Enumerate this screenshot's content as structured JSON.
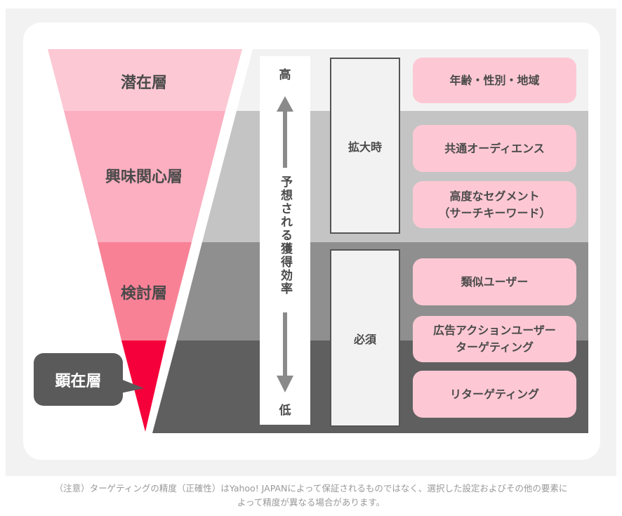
{
  "funnel_layers": [
    {
      "label": "潜在層",
      "color": "#fcc8d4"
    },
    {
      "label": "興味関心層",
      "color": "#fbafc0"
    },
    {
      "label": "検討層",
      "color": "#f98196"
    },
    {
      "label": "顕在層",
      "color": "#f5003a"
    }
  ],
  "band_colors": [
    "#f2f2f2",
    "#c4c4c4",
    "#8f8f8f",
    "#5f5f5f"
  ],
  "efficiency_axis": {
    "high": "高",
    "low": "低",
    "label": "予想される獲得効率"
  },
  "groups": [
    {
      "label": "拡大時",
      "items": [
        [
          "年齢・性別・地域"
        ],
        [
          "共通オーディエンス"
        ],
        [
          "高度なセグメント",
          "（サーチキーワード）"
        ]
      ]
    },
    {
      "label": "必須",
      "items": [
        [
          "類似ユーザー"
        ],
        [
          "広告アクションユーザー",
          "ターゲティング"
        ],
        [
          "リターゲティング"
        ]
      ]
    }
  ],
  "caption": [
    "（注意）ターゲティングの精度（正確性）はYahoo! JAPANによって保証されるものではなく、選択した設定およびその他の要素に",
    "よって精度が異なる場合があります。"
  ]
}
